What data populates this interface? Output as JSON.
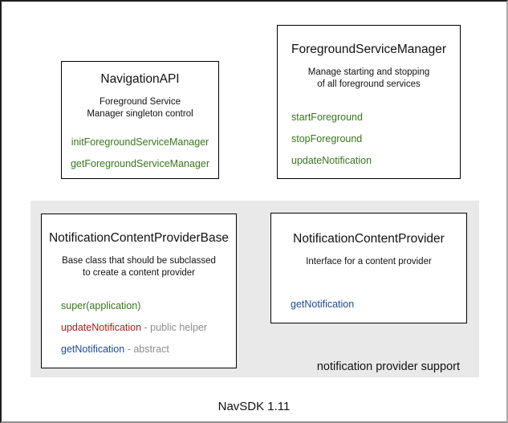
{
  "colors": {
    "canvas-bg": "#ffffff",
    "region-bg": "#e9e9e9",
    "box-border": "#000000",
    "text-black": "#111111",
    "method-green": "#38761d",
    "method-red": "#b01b1b",
    "method-blue": "#1b4a94",
    "suffix-gray": "#8c8c8c"
  },
  "boxes": {
    "navigation_api": {
      "title": "NavigationAPI",
      "description": "Foreground Service\nManager singleton control",
      "methods": [
        {
          "name": "initForegroundServiceManager",
          "color": "green"
        },
        {
          "name": "getForegroundServiceManager",
          "color": "green"
        }
      ]
    },
    "foreground_service_manager": {
      "title": "ForegroundServiceManager",
      "description": "Manage starting and stopping\nof all foreground services",
      "methods": [
        {
          "name": "startForeground",
          "color": "green"
        },
        {
          "name": "stopForeground",
          "color": "green"
        },
        {
          "name": "updateNotification",
          "color": "green"
        }
      ]
    },
    "notification_content_provider_base": {
      "title": "NotificationContentProviderBase",
      "description": "Base class that should be subclassed\nto create a content provider",
      "methods": [
        {
          "name": "super(application)",
          "suffix": "",
          "color": "green"
        },
        {
          "name": "updateNotification",
          "suffix": " - public helper",
          "color": "red"
        },
        {
          "name": "getNotification",
          "suffix": " - abstract",
          "color": "blue"
        }
      ]
    },
    "notification_content_provider": {
      "title": "NotificationContentProvider",
      "description": "Interface for a content provider",
      "methods": [
        {
          "name": "getNotification",
          "color": "blue"
        }
      ]
    }
  },
  "region": {
    "label": "notification provider support"
  },
  "footer": {
    "label": "NavSDK 1.11"
  }
}
